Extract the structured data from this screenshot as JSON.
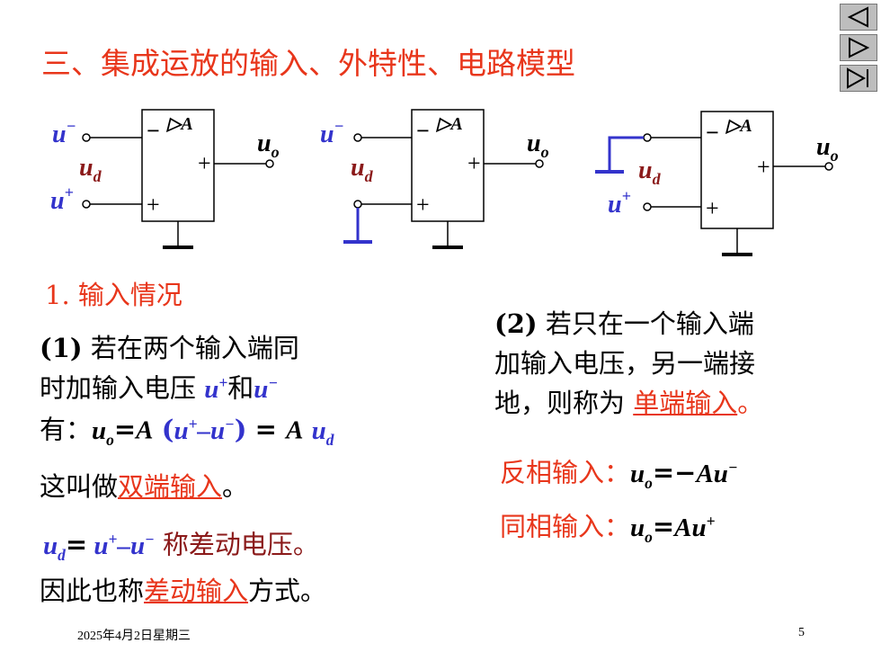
{
  "title": "三、集成运放的输入、外特性、电路模型",
  "section": "1. 输入情况",
  "left": {
    "p1_num": "(1)",
    "p1_line1": " 若在两个输入端同",
    "p1_line2a": "时加输入电压 ",
    "and": "和",
    "have": "有：",
    "double_pre": "这叫做",
    "double_link": "双端输入",
    "double_post": "。",
    "diff_text": " 称差动电压。",
    "mode_pre": "因此也称",
    "mode_link": "差动输入",
    "mode_post": "方式。"
  },
  "right": {
    "p2_num": "(2)",
    "p2_line1": " 若只在一个输入端",
    "p2_line2": "加输入电压，另一端接",
    "p2_line3a": "地，则称为 ",
    "single_link": "单端输入",
    "p2_line3b": "。",
    "inv_label": "反相输入：",
    "noninv_label": "同相输入："
  },
  "symbols": {
    "u": "u",
    "A": "A",
    "minus": "−",
    "plus": "+",
    "o": "o",
    "d": "d",
    "eq": "=",
    "triangle_A": "▷A"
  },
  "footer": {
    "date": "2025年4月2日星期三",
    "page": "5"
  },
  "nav": [
    "back-icon",
    "forward-icon",
    "end-icon"
  ],
  "colors": {
    "title": "#e8361b",
    "blue": "#3333cc",
    "maroon": "#8b1a1a"
  }
}
